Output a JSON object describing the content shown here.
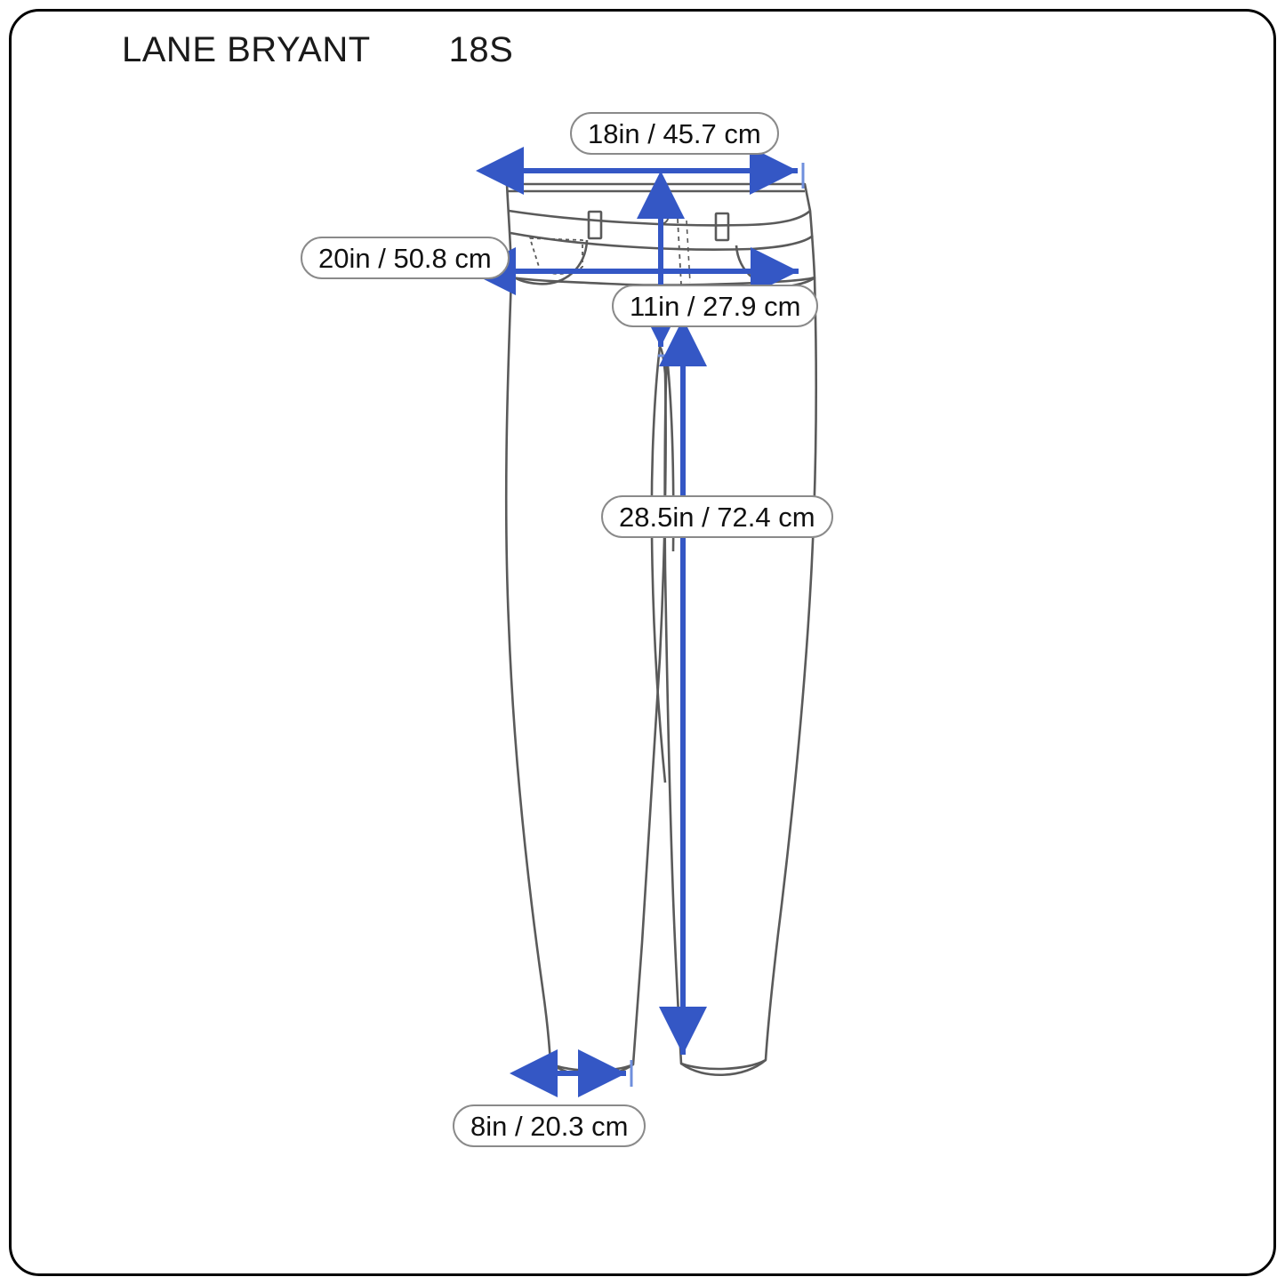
{
  "header": {
    "brand": "LANE BRYANT",
    "size": "18S"
  },
  "measurements": {
    "waist": {
      "name": "waist",
      "label": "18in / 45.7 cm",
      "inches": 18,
      "cm": 45.7
    },
    "hip": {
      "name": "hip",
      "label": "20in / 50.8 cm",
      "inches": 20,
      "cm": 50.8
    },
    "rise": {
      "name": "rise",
      "label": "11in / 27.9 cm",
      "inches": 11,
      "cm": 27.9
    },
    "inseam": {
      "name": "inseam",
      "label": "28.5in / 72.4 cm",
      "inches": 28.5,
      "cm": 72.4
    },
    "leg": {
      "name": "leg-opening",
      "label": "8in / 20.3 cm",
      "inches": 8,
      "cm": 20.3
    }
  },
  "colors": {
    "frame": "#000000",
    "arrow": "#3457c5",
    "arrow_tick": "#6f8fdd",
    "garment_outline": "#5a5a5a",
    "pill_border": "#8a8a8a",
    "text": "#111111",
    "background": "#ffffff"
  },
  "garment": {
    "type": "pants",
    "view": "front-flat",
    "details": [
      "waistband",
      "belt-loops",
      "button-closure",
      "fly-stitch",
      "left-pocket",
      "right-pocket",
      "coin-pocket",
      "tapered-legs",
      "curved-hem"
    ]
  }
}
